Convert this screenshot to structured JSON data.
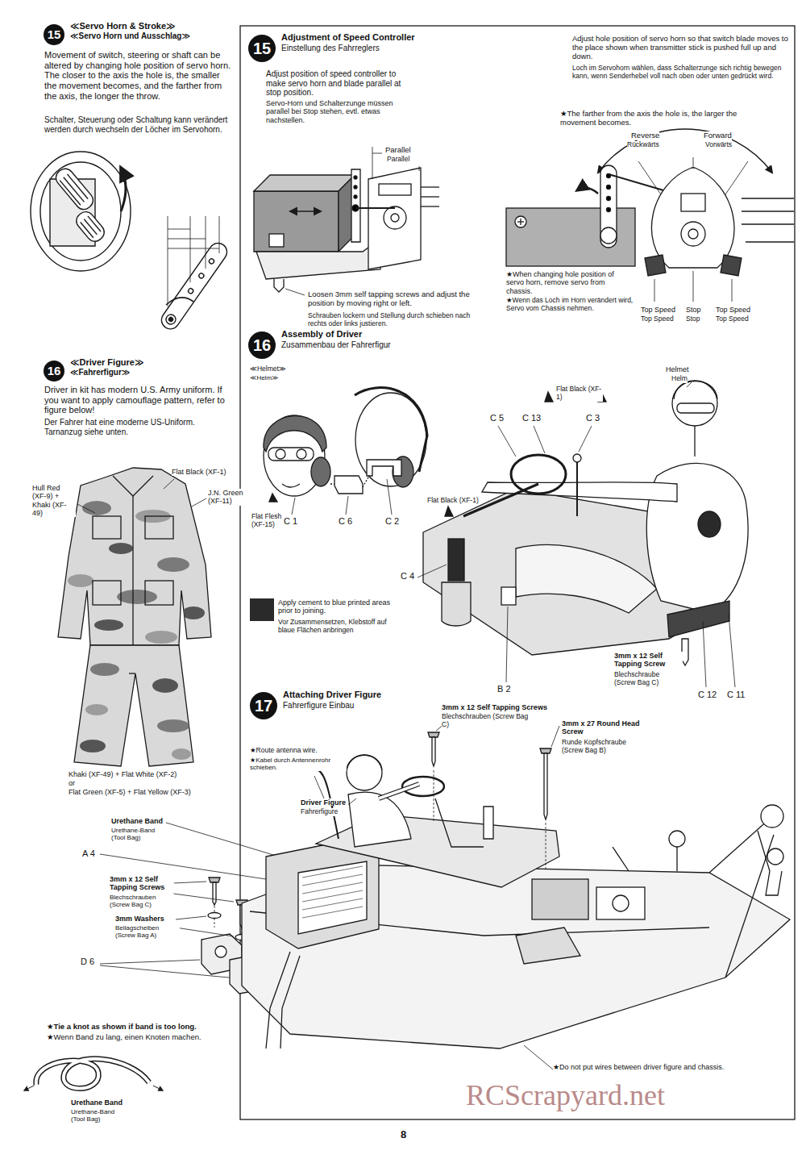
{
  "diagram": {
    "nodes": [
      {
        "text": [
          "15",
          "≪Servo Horn & Stroke≫",
          "≪Servo Horn und Ausschlag≫"
        ]
      },
      {
        "text": [
          "15",
          "Adjustment of Speed Controller",
          "Einstellung des Fahrreglers"
        ]
      },
      {
        "text": [
          "16",
          "Assembly of Driver",
          "Zusammenbau der Fahrerfigur"
        ]
      },
      {
        "text": [
          "16",
          "≪Driver Figure≫",
          "≪Fahrerfigur≫"
        ]
      },
      {
        "text": [
          "17",
          "Attaching Driver Figure",
          "Fahrerfigure Einbau"
        ]
      }
    ],
    "labels": [
      "Movement of switch, steering or shaft can be altered by changing hole position of servo horn. The closer to the axis the hole is, the smaller the movement becomes, and the farther from the axis, the longer the throw.",
      "Schalter, Steuerung oder Schaltung kann verändert werden durch wechseln der Löcher im Servohorn.",
      "Driver in kit has modern U.S. Army uniform. If you want to apply camouflage pattern, refer to figure below!",
      "Der Fahrer hat eine moderne US-Uniform. Tarnanzug siehe unten.",
      "Flat Black (XF-1)",
      "Hull Red (XF-9) + Khaki (XF-49)",
      "J.N. Green (XF-11)",
      "Khaki (XF-49) + Flat White (XF-2)",
      "or",
      "Flat Green (XF-5) + Flat Yellow (XF-3)",
      "Urethane Band",
      "Urethane-Band (Tool Bag)",
      "A 4",
      "3mm x 12 Self Tapping Screws",
      "Blechschrauben (Screw Bag C)",
      "3mm Washers",
      "Beilagscheiben (Screw Bag A)",
      "D 6",
      "★Tie a knot as shown if band is too long.",
      "★Wenn Band zu lang, einen Knoten machen.",
      "Urethane Band",
      "Urethane-Band (Tool Bag)",
      "Adjust position of speed controller to make servo horn and blade parallel at stop position.",
      "Servo-Horn und Schalterzunge müssen parallel bei Stop stehen, evtl. etwas nachstellen.",
      "Parallel",
      "Parallel",
      "Loosen 3mm self tapping screws and adjust the position by moving right or left.",
      "Schrauben lockern und Stellung durch schieben nach rechts oder links justieren.",
      "Adjust hole position of servo horn so that switch blade moves to the place shown when transmitter stick is pushed full up and down.",
      "Loch im Servohorn wählen, dass Schalterzunge sich richtig bewegen kann, wenn Senderhebel voll nach oben oder unten gedrückt wird.",
      "★The farther from the axis the hole is, the larger the movement becomes.",
      "Reverse",
      "Rückwärts",
      "Forward",
      "Vorwärts",
      "★When changing hole position of servo horn, remove servo from chassis.",
      "★Wenn das Loch im Horn verändert wird, Servo vom Chassis nehmen.",
      "Top Speed",
      "Top Speed",
      "Stop",
      "Stop",
      "Top Speed",
      "Top Speed",
      "≪Helmet≫",
      "≪Helm≫",
      "C 1",
      "C 6",
      "C 2",
      "Flat Flesh (XF-15)",
      "Helmet",
      "Helm",
      "Flat Black (XF-1)",
      "C 5",
      "C 13",
      "C 3",
      "Flat Black (XF-1)",
      "C 4",
      "Vor Zusammensetzen, Klebstoff auf blaue Flächen anbringen",
      "B 2",
      "3mm x 12 Self Tapping Screw",
      "Blechschraube (Screw Bag C)",
      "C 12",
      "C 11",
      "3mm x 12 Self Tapping Screws",
      "Blechschrauben (Screw Bag C)",
      "3mm x 27 Round Head Screw",
      "Runde Kopfschraube (Screw Bag B)",
      "★Route antenna wire.",
      "★Kabel durch Antennenrohr schieben.",
      "Driver Figure",
      "Fahrerfigure",
      "★Do not put wires between driver figure and chassis.",
      "8",
      "RCScrapyard.net"
    ],
    "legend": [
      {
        "text": "Apply cement to blue printed areas prior to joining.",
        "color": "#2a2a2a"
      }
    ]
  }
}
